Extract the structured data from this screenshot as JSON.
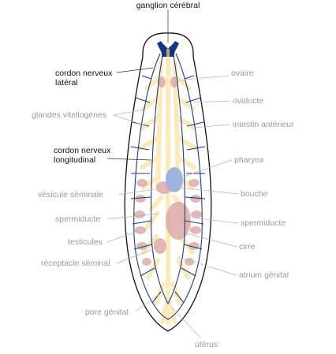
{
  "labels": {
    "ganglion": "ganglion cérébral",
    "cordon_lateral_1": "cordon nerveux",
    "cordon_lateral_2": "latéral",
    "glandes": "glandes vitellogènes",
    "cordon_long_1": "cordon nerveux",
    "cordon_long_2": "longitudinal",
    "vesicule": "vésicule séminale",
    "spermiducte_left": "spermiducte",
    "testicules": "testicules",
    "receptacle": "réceptacle séminal",
    "pore": "pore génital",
    "ovaire": "ovaire",
    "oviducte": "oviducte",
    "intestin": "intestin antérieur",
    "pharynx": "pharynx",
    "bouche": "bouche",
    "spermiducte_right": "spermiducte",
    "cirre": "cirre",
    "atrium": "atrium génital",
    "uterus": "utérus"
  },
  "colors": {
    "outline": "#111111",
    "nerve": "#1a3a8c",
    "ganglion": "#14357f",
    "gland": "#fbeaba",
    "organ_pink": "#dba7a4",
    "pharynx": "#9db4dc",
    "label_main": "#111111",
    "label_grey": "#9a9a9a"
  }
}
